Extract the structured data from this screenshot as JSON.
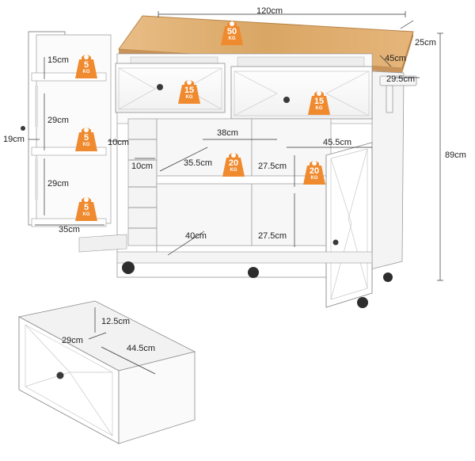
{
  "dimensions": {
    "top_width": "120cm",
    "top_depth": "25cm",
    "top_extension": "45cm",
    "towel_bar": "29.5cm",
    "total_height": "89cm",
    "door_shelf_top": "15cm",
    "door_shelf_mid": "29cm",
    "door_shelf_bottom": "29cm",
    "door_depth": "19cm",
    "door_width": "35cm",
    "bottle_slot_height": "10cm",
    "bottle_slot_width": "10cm",
    "drawer_space_width": "38cm",
    "middle_shelf_width": "35.5cm",
    "right_cabinet_width": "45.5cm",
    "upper_shelf_height": "27.5cm",
    "lower_shelf_height": "27.5cm",
    "bottom_depth": "40cm",
    "drawer_height": "12.5cm",
    "drawer_depth": "29cm",
    "drawer_width": "44.5cm"
  },
  "badges": {
    "top": {
      "value": "50",
      "unit": "KG"
    },
    "drawer_left": {
      "value": "15",
      "unit": "KG"
    },
    "drawer_right": {
      "value": "15",
      "unit": "KG"
    },
    "shelf_middle": {
      "value": "20",
      "unit": "KG"
    },
    "shelf_right": {
      "value": "20",
      "unit": "KG"
    },
    "door_top": {
      "value": "5",
      "unit": "KG"
    },
    "door_mid": {
      "value": "5",
      "unit": "KG"
    },
    "door_bottom": {
      "value": "5",
      "unit": "KG"
    }
  },
  "colors": {
    "wood": "#e2b27a",
    "badge": "#f08a2e",
    "body": "#ffffff",
    "outline": "#9a9a9a"
  }
}
